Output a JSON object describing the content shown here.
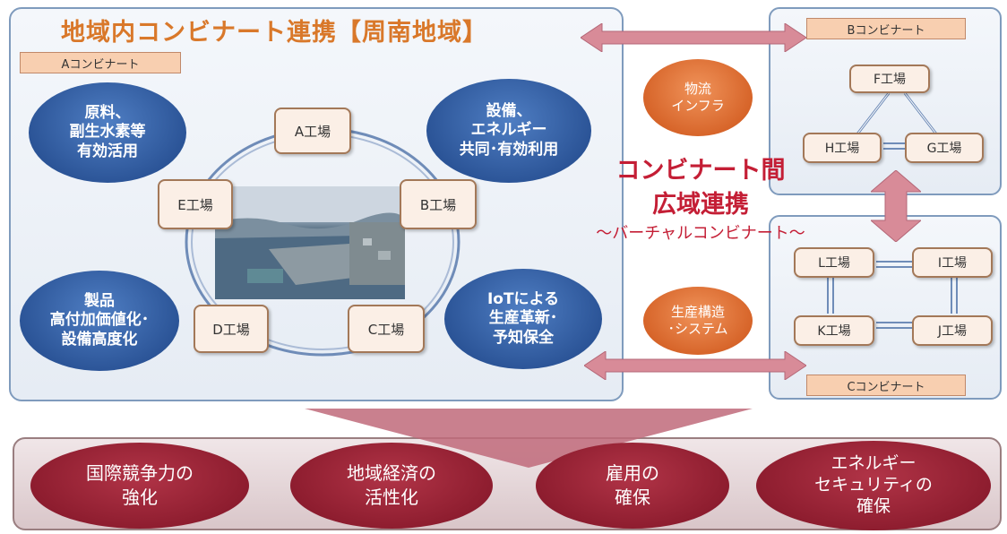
{
  "title": "地域内コンビナート連携【周南地域】",
  "kombinat_labels": {
    "a": "Aコンビナート",
    "b": "Bコンビナート",
    "c": "Cコンビナート"
  },
  "benefits": {
    "raw_materials": "原料、\n副生水素等\n有効活用",
    "equipment_energy": "設備、\nエネルギー\n共同･有効利用",
    "products": "製品\n高付加価値化･\n設備高度化",
    "iot": "IoTによる\n生産革新･\n予知保全"
  },
  "factories_a": {
    "a": "A工場",
    "b": "B工場",
    "c": "C工場",
    "d": "D工場",
    "e": "E工場"
  },
  "factories_b": {
    "f": "F工場",
    "g": "G工場",
    "h": "H工場"
  },
  "factories_c": {
    "i": "I工場",
    "j": "J工場",
    "k": "K工場",
    "l": "L工場"
  },
  "links": {
    "logistics": "物流\nインフラ",
    "production": "生産構造\n･システム"
  },
  "wide_area": {
    "line1": "コンビナート間",
    "line2": "広域連携",
    "subtitle": "～バーチャルコンビナート～"
  },
  "outcomes": [
    "国際競争力の\n強化",
    "地域経済の\n活性化",
    "雇用の\n確保",
    "エネルギー\nセキュリティの\n確保"
  ],
  "colors": {
    "panel_border": "#7f9bbd",
    "title_orange": "#d9782a",
    "wide_red": "#c41e35",
    "ellipse_blue": "#2c5598",
    "ellipse_orange": "#d7652a",
    "outcome_red": "#8e1d2f",
    "arrow_pink": "#d88b98"
  }
}
